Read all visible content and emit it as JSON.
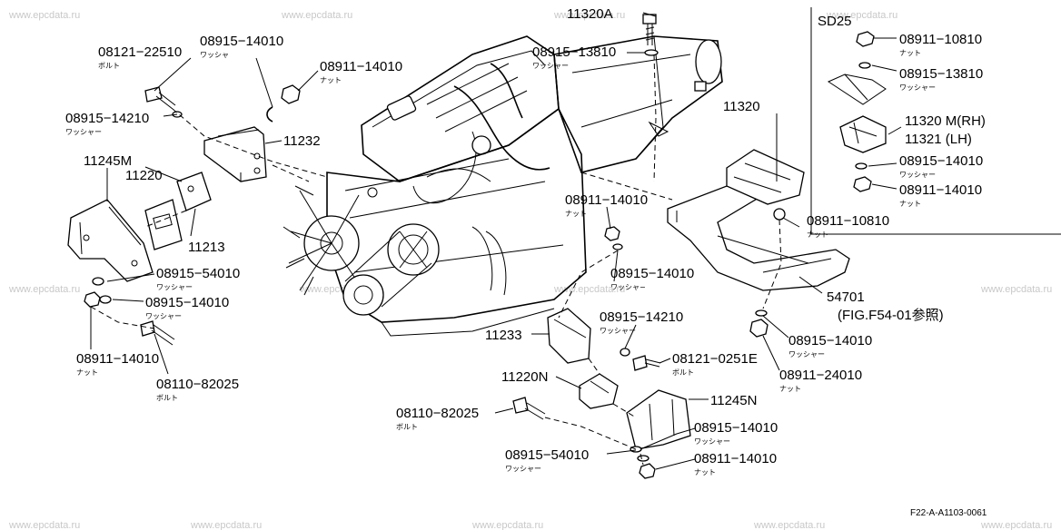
{
  "watermark": "www.epcdata.ru",
  "diagram_code": "F22-A-A1103-0061",
  "inset": {
    "title": "SD25"
  },
  "labels": {
    "p08121_22510": "08121−22510",
    "p08915_14010_top": "08915−14010",
    "p08911_14010_top": "08911−14010",
    "p08915_14210_left": "08915−14210",
    "p11232": "11232",
    "p11245M": "11245M",
    "p11220": "11220",
    "p11213": "11213",
    "p08915_54010_left": "08915−54010",
    "p08915_14010_left": "08915−14010",
    "p08911_14010_left": "08911−14010",
    "p08110_82025_left": "08110−82025",
    "p11320A": "11320A",
    "p08915_13810": "08915−13810",
    "p11320": "11320",
    "p08911_14010_mid": "08911−14010",
    "p08915_14010_mid": "08915−14010",
    "p08911_10810_main": "08911−10810",
    "p54701": "54701",
    "fig_ref": "(FIG.F54-01参照)",
    "p08915_14010_right": "08915−14010",
    "p08911_24010": "08911−24010",
    "p11233": "11233",
    "p08915_14210_bottom": "08915−14210",
    "p08121_0251E": "08121−0251E",
    "p11220N": "11220N",
    "p11245N": "11245N",
    "p08110_82025_bottom": "08110−82025",
    "p08915_14010_bottom": "08915−14010",
    "p08915_54010_bottom": "08915−54010",
    "p08911_14010_bottom": "08911−14010",
    "inset_08911_10810": "08911−10810",
    "inset_08915_13810": "08915−13810",
    "inset_11320M": "11320 M(RH)",
    "inset_11321": "11321 (LH)",
    "inset_08915_14010": "08915−14010",
    "inset_08911_14010": "08911−14010"
  },
  "jp": {
    "bolt": "ボルト",
    "washer": "ワッシャ",
    "washer_long": "ワッシャー",
    "washer_trunc": "ワッシャ−",
    "nut": "ナット"
  }
}
